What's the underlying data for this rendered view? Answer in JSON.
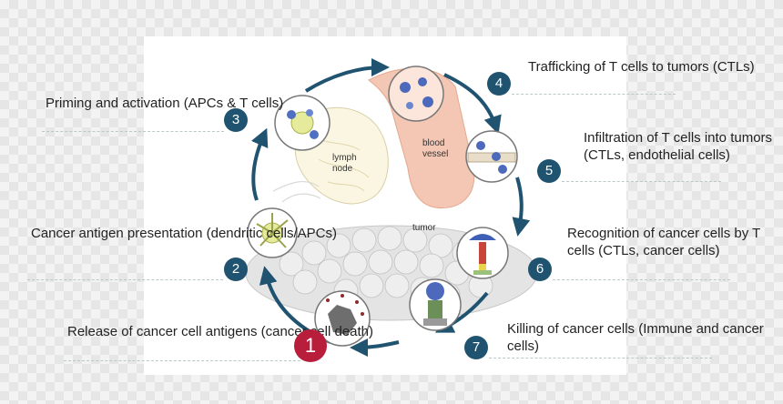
{
  "steps": [
    {
      "number": "1",
      "label": "Release of cancer cell\nantigens (cancer cell death)"
    },
    {
      "number": "2",
      "label": "Cancer antigen\npresentation\n(dendritic cells/APCs)"
    },
    {
      "number": "3",
      "label": "Priming and activation\n(APCs & T cells)"
    },
    {
      "number": "4",
      "label": "Trafficking of T cells\nto tumors (CTLs)"
    },
    {
      "number": "5",
      "label": "Infiltration of T cells into\ntumors (CTLs,\nendothelial cells)"
    },
    {
      "number": "6",
      "label": "Recognition of\ncancer cells by T cells\n(CTLs, cancer cells)"
    },
    {
      "number": "7",
      "label": "Killing of cancer cells\n(Immune and cancer cells)"
    }
  ],
  "organ_labels": {
    "lymph_node": "lymph\nnode",
    "blood_vessel": "blood\nvessel",
    "tumor": "tumor"
  },
  "colors": {
    "badge": "#1f5370",
    "badge_primary": "#b81e3c",
    "arrow": "#1f5370"
  }
}
